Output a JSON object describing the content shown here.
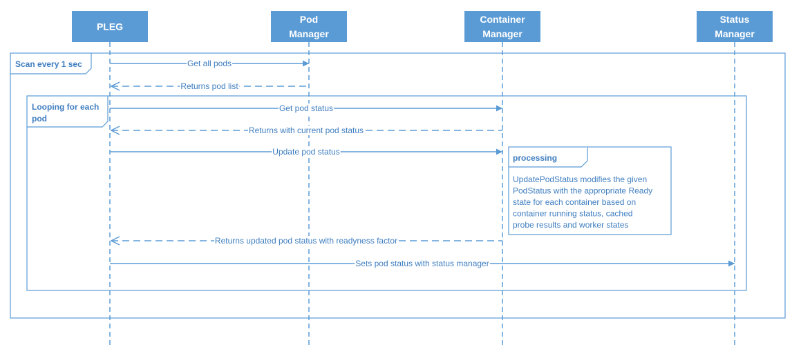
{
  "actors": [
    {
      "id": "pleg",
      "lines": [
        "PLEG"
      ]
    },
    {
      "id": "pod-manager",
      "lines": [
        "Pod",
        "Manager"
      ]
    },
    {
      "id": "container-manager",
      "lines": [
        "Container",
        "Manager"
      ]
    },
    {
      "id": "status-manager",
      "lines": [
        "Status",
        "Manager"
      ]
    }
  ],
  "frames": [
    {
      "id": "scan",
      "label_lines": [
        "Scan every 1 sec"
      ]
    },
    {
      "id": "loop",
      "label_lines": [
        "Looping for each",
        "pod"
      ]
    }
  ],
  "messages": [
    {
      "from": "pleg",
      "to": "pod-manager",
      "text": "Get all pods",
      "style": "solid"
    },
    {
      "from": "pod-manager",
      "to": "pleg",
      "text": "Returns pod list",
      "style": "dashed"
    },
    {
      "from": "pleg",
      "to": "container-manager",
      "text": "Get pod status",
      "style": "solid"
    },
    {
      "from": "container-manager",
      "to": "pleg",
      "text": "Returns with current pod status",
      "style": "dashed"
    },
    {
      "from": "pleg",
      "to": "container-manager",
      "text": "Update pod status",
      "style": "solid"
    },
    {
      "from": "container-manager",
      "to": "pleg",
      "text": "Returns updated pod status with readyness factor",
      "style": "dashed"
    },
    {
      "from": "pleg",
      "to": "status-manager",
      "text": "Sets pod status with status manager",
      "style": "solid"
    }
  ],
  "note": {
    "title": "processing",
    "lines": [
      "UpdatePodStatus modifies the given",
      "PodStatus with the appropriate Ready",
      "state for each container based on",
      "container running status, cached",
      "probe results and worker states"
    ]
  }
}
